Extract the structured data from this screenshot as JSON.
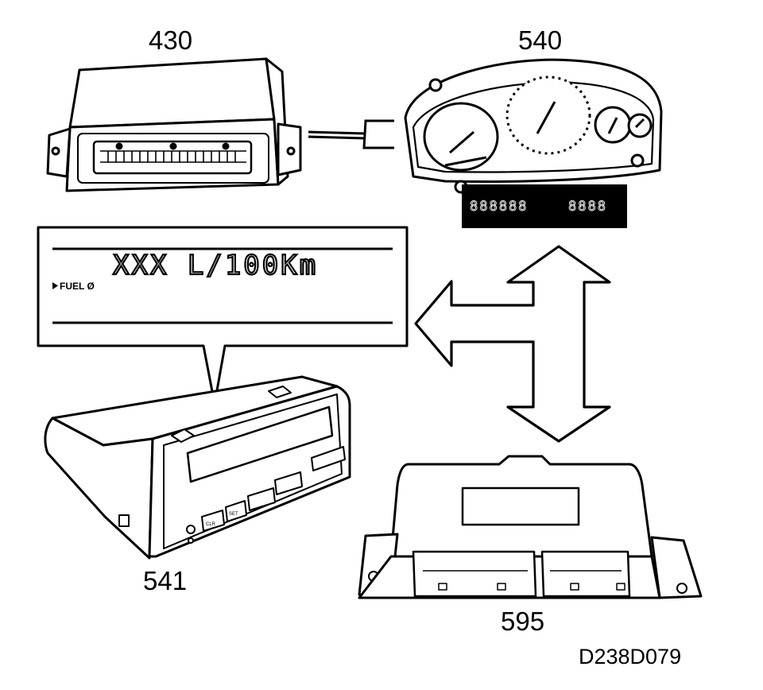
{
  "components": {
    "ecu_430": {
      "label": "430"
    },
    "instrument_cluster_540": {
      "label": "540",
      "odometer_display": "888888",
      "trip_display": "8888"
    },
    "sid_541": {
      "label": "541",
      "buttons": [
        "CLR",
        "SET",
        "",
        "",
        ""
      ]
    },
    "ecu_595": {
      "label": "595"
    }
  },
  "display_callout": {
    "main_text": "XXX L/100Km",
    "sub_label": "FUEL Ø"
  },
  "figure_ref": "D238D079"
}
